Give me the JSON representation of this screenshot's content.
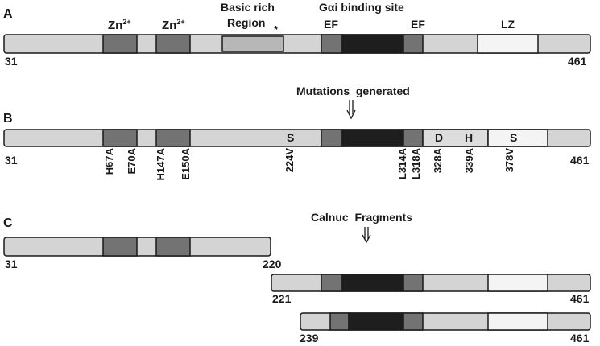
{
  "panels": {
    "a": {
      "letter": "A",
      "domains": {
        "zn1": "Zn",
        "zn2": "Zn",
        "zn_superscript": "2+",
        "basic_rich_line1": "Basic rich",
        "basic_rich_line2": "Region",
        "basic_rich_asterisk": "*",
        "galpha_site": "Gαi binding site",
        "ef1": "EF",
        "ef2": "EF",
        "lz": "LZ"
      },
      "start": "31",
      "end": "461"
    },
    "b": {
      "letter": "B",
      "title": "Mutations  generated",
      "start": "31",
      "end": "461",
      "inbar": {
        "s1": "S",
        "d": "D",
        "h": "H",
        "s2": "S"
      },
      "mutations": [
        "H67A",
        "E70A",
        "H147A",
        "E150A",
        "224V",
        "L314A",
        "L318A",
        "328A",
        "339A",
        "378V"
      ]
    },
    "c": {
      "letter": "C",
      "title": "Calnuc  Fragments",
      "fragments": [
        {
          "start": "31",
          "end": "220"
        },
        {
          "start": "221",
          "end": "461"
        },
        {
          "start": "239",
          "end": "461"
        }
      ]
    }
  },
  "colors": {
    "outline": "#1a1a1a",
    "light": "#d4d4d4",
    "medium": "#737373",
    "basic": "#b7b7b7",
    "dark": "#1e1e1e",
    "lz": "#f4f4f4"
  }
}
